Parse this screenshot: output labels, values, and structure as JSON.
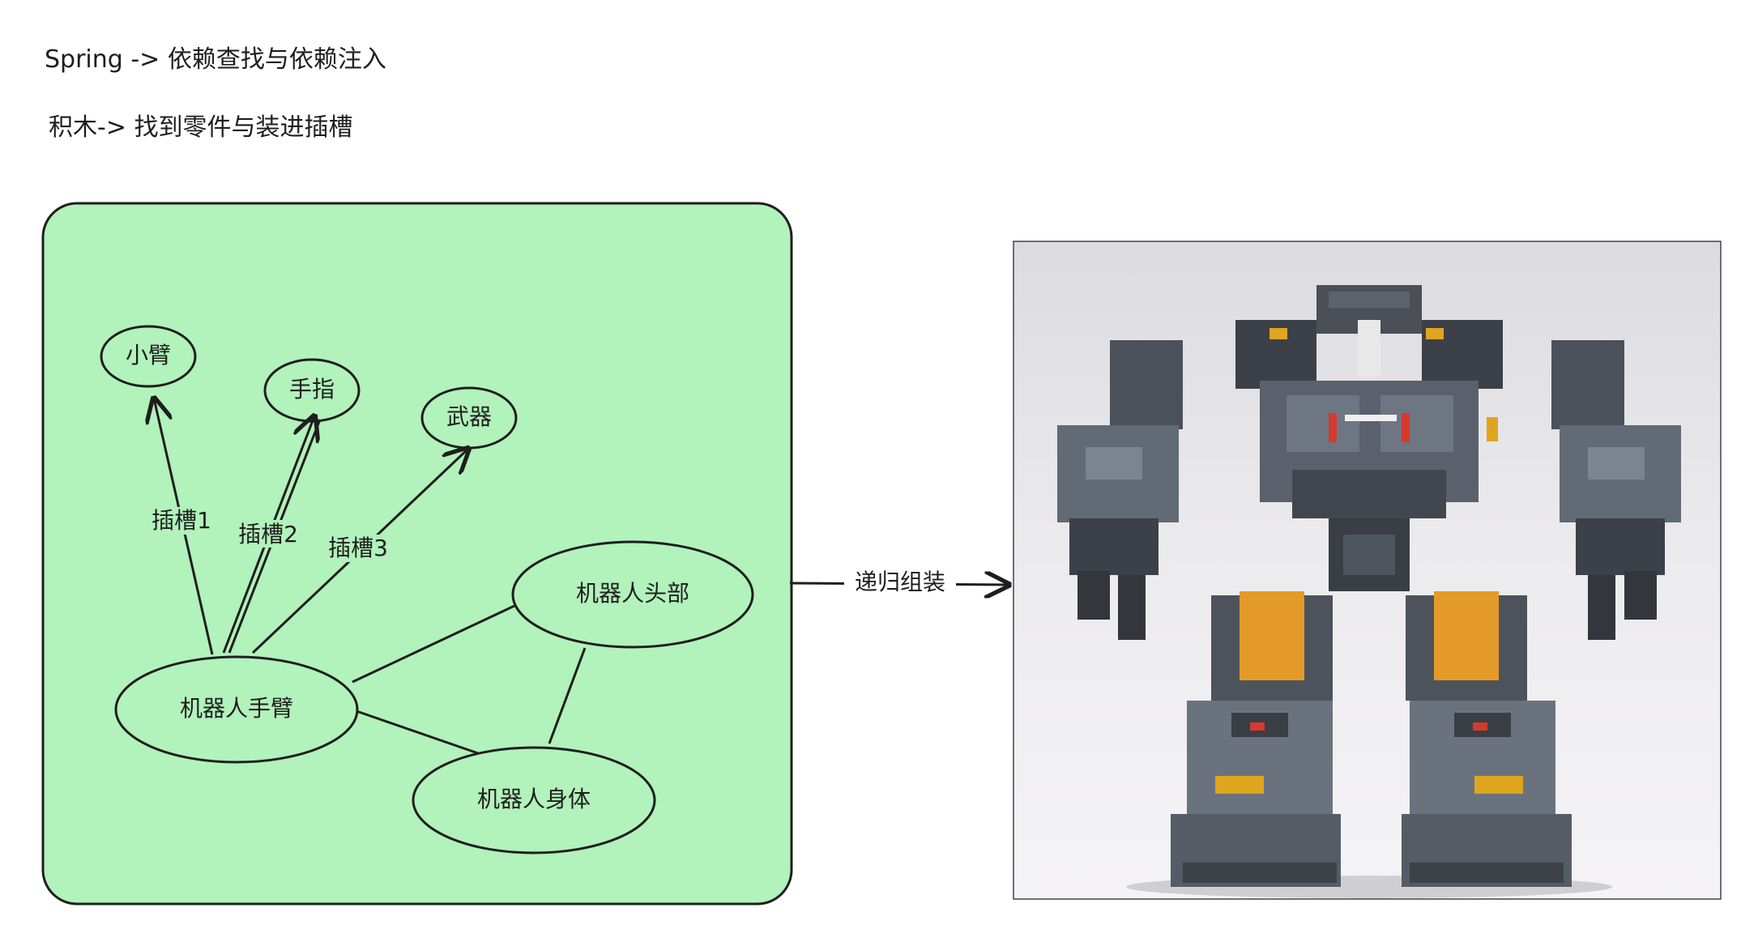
{
  "canvas": {
    "line1": "Spring -> 依赖查找与依赖注入",
    "line2": "积木-> 找到零件与装进插槽"
  },
  "diagram": {
    "nodes": {
      "forearm": "小臂",
      "finger": "手指",
      "weapon": "武器",
      "robot_head": "机器人头部",
      "robot_arm": "机器人手臂",
      "robot_body": "机器人身体"
    },
    "edges": {
      "slot1": "插槽1",
      "slot2": "插槽2",
      "slot3": "插槽3"
    },
    "arrow_label": "递归组装"
  },
  "colors": {
    "panel_fill": "#b2f2bb",
    "stroke": "#1e1e1e"
  },
  "image": {
    "subject": "assembled gray LEGO-style robot on light background"
  }
}
